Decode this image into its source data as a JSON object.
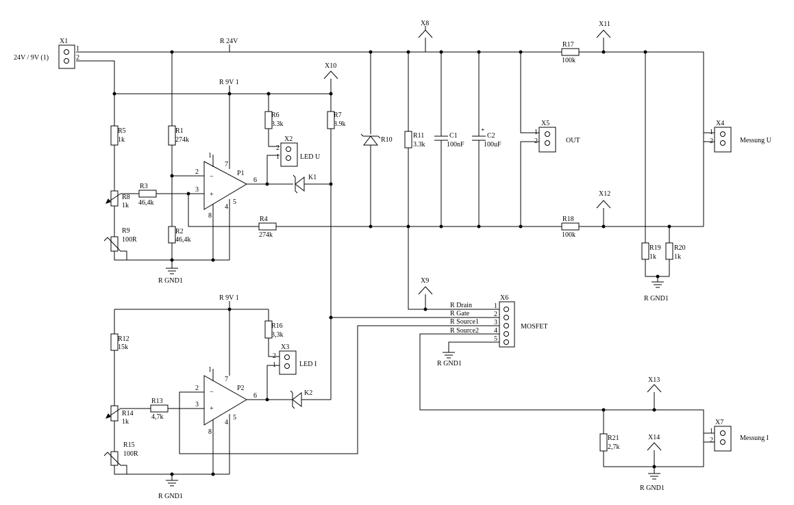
{
  "connectors": {
    "x1": {
      "ref": "X1",
      "p1": "1",
      "p2": "2",
      "desc": "24V / 9V (1)"
    },
    "x2": {
      "ref": "X2",
      "p1": "1",
      "p2": "2",
      "desc": "LED U"
    },
    "x3": {
      "ref": "X3",
      "p1": "1",
      "p2": "2",
      "desc": "LED I"
    },
    "x4": {
      "ref": "X4",
      "p1": "1",
      "p2": "2",
      "desc": "Messung U"
    },
    "x5": {
      "ref": "X5",
      "p1": "1",
      "p2": "2",
      "desc": "OUT"
    },
    "x6": {
      "ref": "X6",
      "pins": [
        "1",
        "2",
        "3",
        "4",
        "5"
      ],
      "desc": "MOSFET"
    },
    "x7": {
      "ref": "X7",
      "p1": "1",
      "p2": "2",
      "desc": "Messung I"
    }
  },
  "testpoints": {
    "x8": "X8",
    "x9": "X9",
    "x10": "X10",
    "x11": "X11",
    "x12": "X12",
    "x13": "X13",
    "x14": "X14"
  },
  "resistors": {
    "r1": {
      "ref": "R1",
      "val": "274k"
    },
    "r2": {
      "ref": "R2",
      "val": "46,4k"
    },
    "r3": {
      "ref": "R3",
      "val": "46,4k"
    },
    "r4": {
      "ref": "R4",
      "val": "274k"
    },
    "r5": {
      "ref": "R5",
      "val": "1k"
    },
    "r6": {
      "ref": "R6",
      "val": "3.3k"
    },
    "r7": {
      "ref": "R7",
      "val": "3.9k"
    },
    "r11": {
      "ref": "R11",
      "val": "3.3k"
    },
    "r12": {
      "ref": "R12",
      "val": "15k"
    },
    "r13": {
      "ref": "R13",
      "val": "4,7k"
    },
    "r16": {
      "ref": "R16",
      "val": "3,3k"
    },
    "r17": {
      "ref": "R17",
      "val": "100k"
    },
    "r18": {
      "ref": "R18",
      "val": "100k"
    },
    "r19": {
      "ref": "R19",
      "val": "1k"
    },
    "r20": {
      "ref": "R20",
      "val": "1k"
    },
    "r21": {
      "ref": "R21",
      "val": "2,7k"
    }
  },
  "pots": {
    "r8": {
      "ref": "R8",
      "val": "1k"
    },
    "r9": {
      "ref": "R9",
      "val": "100R"
    },
    "r14": {
      "ref": "R14",
      "val": "1k"
    },
    "r15": {
      "ref": "R15",
      "val": "100R"
    }
  },
  "capacitors": {
    "c1": {
      "ref": "C1",
      "val": "100nF"
    },
    "c2": {
      "ref": "C2",
      "val": "100uF"
    }
  },
  "zener": {
    "ref": "R10"
  },
  "diodes": {
    "k1": "K1",
    "k2": "K2"
  },
  "opamps": {
    "p1": {
      "ref": "P1",
      "pins": {
        "in_neg": "2",
        "in_pos": "3",
        "out": "6",
        "top": "1",
        "vcc": "7",
        "bot_a": "8",
        "gnd": "4",
        "bot_b": "5"
      }
    },
    "p2": {
      "ref": "P2",
      "pins": {
        "in_neg": "2",
        "in_pos": "3",
        "out": "6",
        "top": "1",
        "vcc": "7",
        "bot_a": "8",
        "gnd": "4",
        "bot_b": "5"
      }
    }
  },
  "nets": {
    "r24v": "R 24V",
    "r9v1": "R 9V 1",
    "rgnd1": "R GND1",
    "drain": "R Drain",
    "gate": "R Gate",
    "source1": "R Source1",
    "source2": "R Source2"
  },
  "opamp_signs": {
    "minus": "−",
    "plus": "+"
  },
  "cap_plus": "+"
}
